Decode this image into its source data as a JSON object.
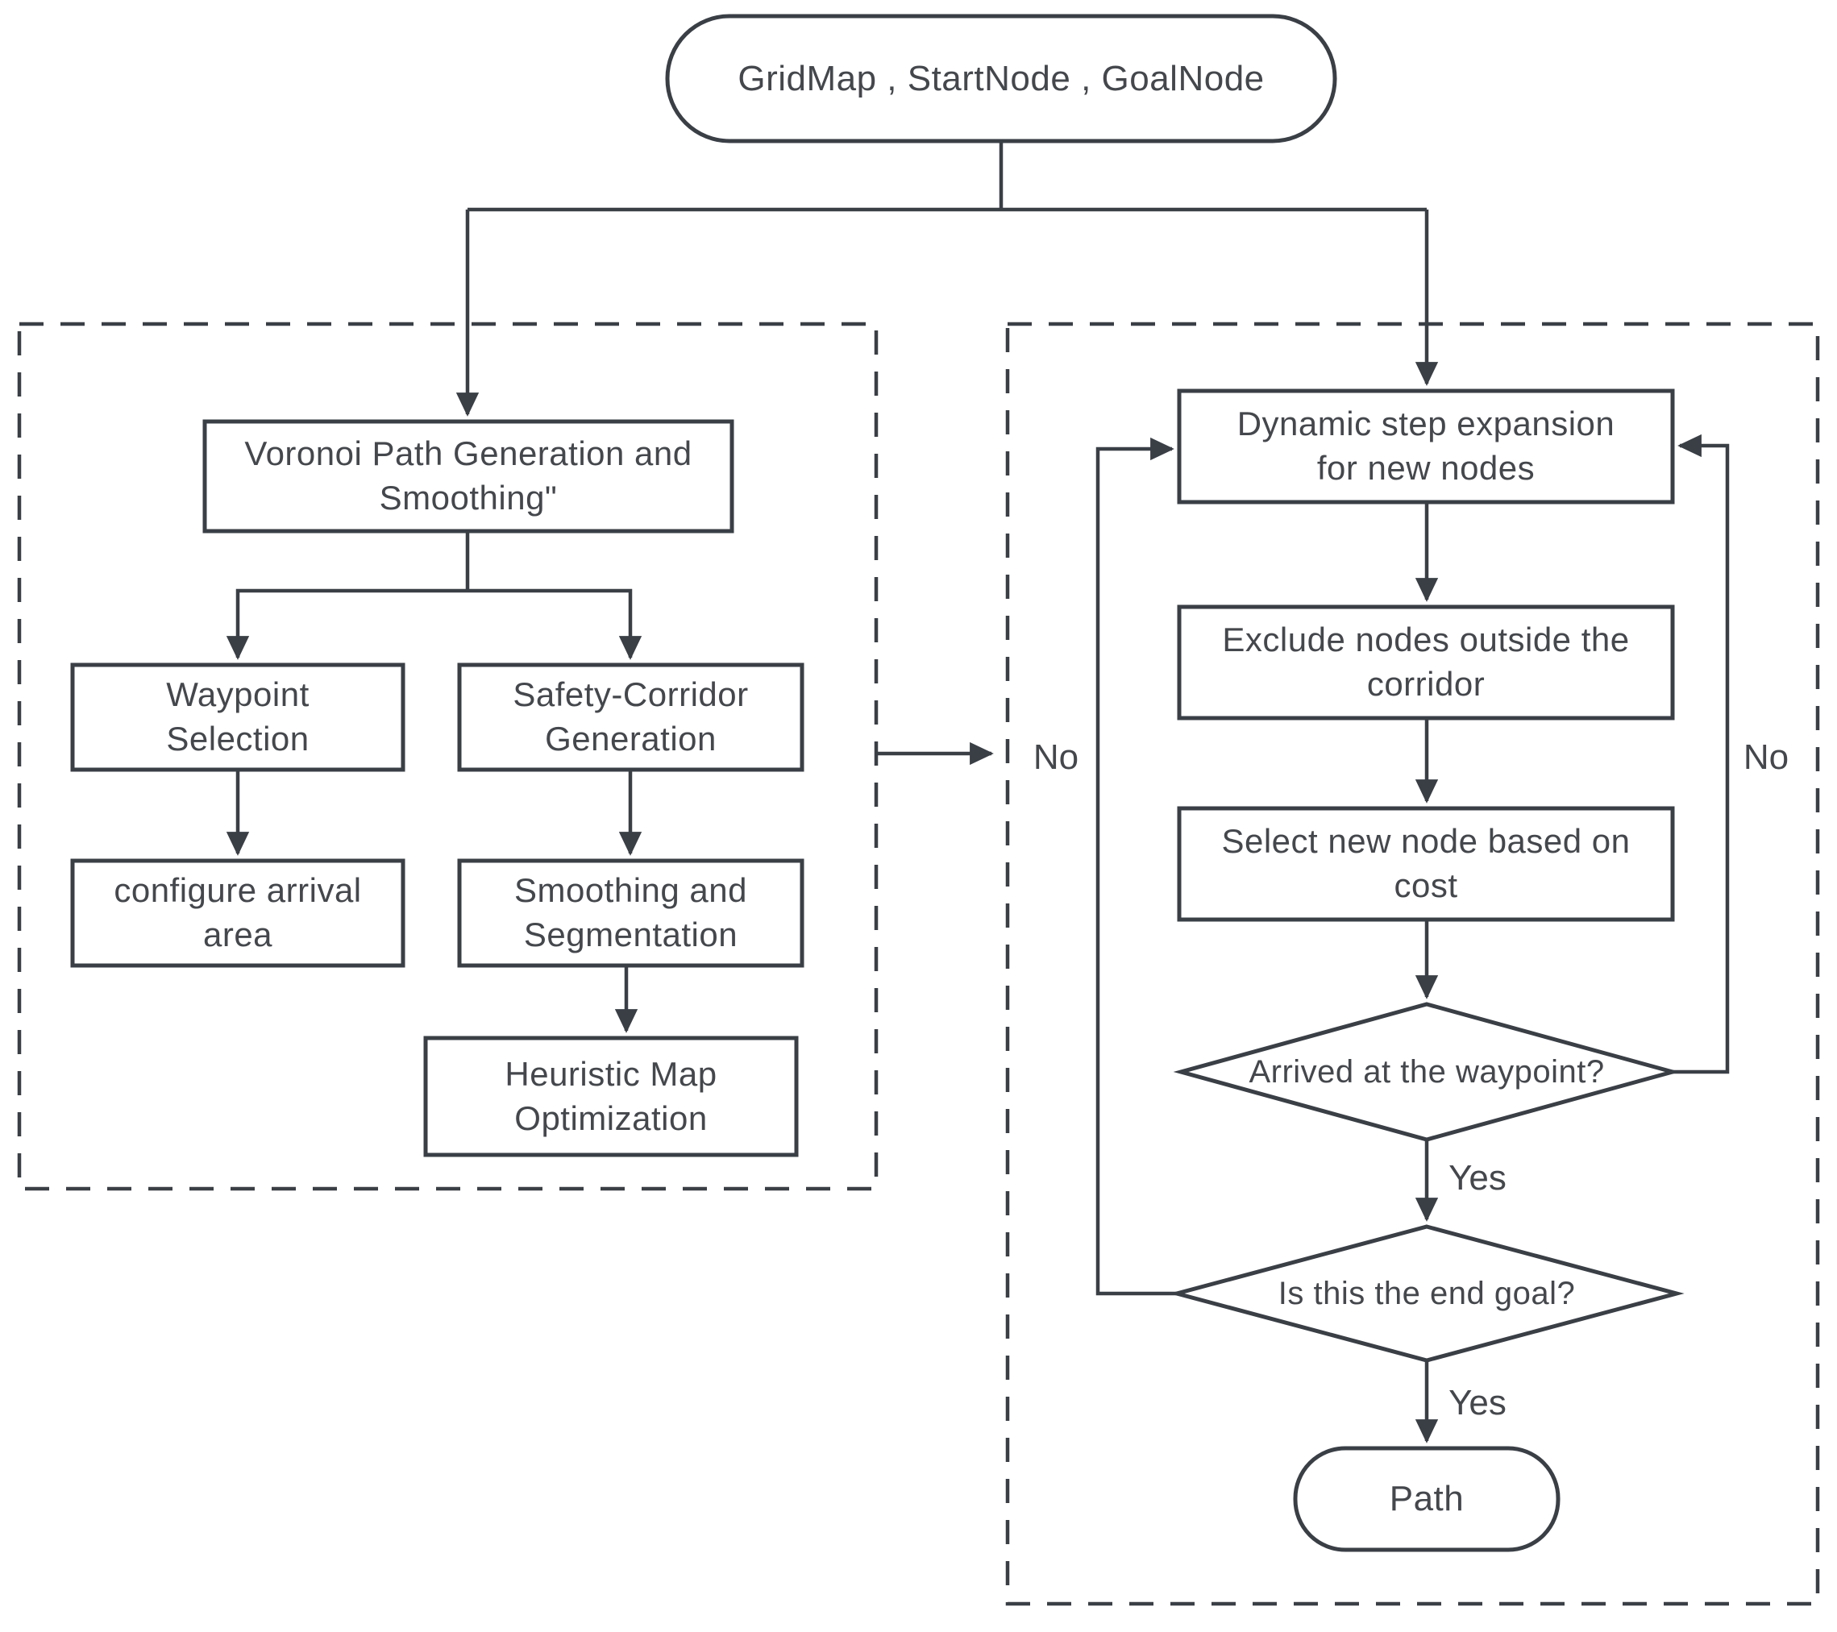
{
  "colors": {
    "line": "#3a3f46",
    "text": "#44474c",
    "background": "#ffffff"
  },
  "nodes": {
    "start": {
      "label": "GridMap , StartNode , GoalNode"
    },
    "voronoi": {
      "label": "Voronoi Path Generation and\nSmoothing\""
    },
    "waypoint_selection": {
      "label": "Waypoint\nSelection"
    },
    "safety_corridor": {
      "label": "Safety-Corridor\nGeneration"
    },
    "configure_arrival": {
      "label": "configure arrival\narea"
    },
    "smoothing_segmentation": {
      "label": "Smoothing and\nSegmentation"
    },
    "heuristic_map": {
      "label": "Heuristic Map\nOptimization"
    },
    "dynamic_step": {
      "label": "Dynamic step expansion\nfor new nodes"
    },
    "exclude_nodes": {
      "label": "Exclude nodes outside the\ncorridor"
    },
    "select_node": {
      "label": "Select new node based on\ncost"
    },
    "arrived_waypoint": {
      "label": "Arrived at the waypoint?"
    },
    "end_goal": {
      "label": "Is this the end goal?"
    },
    "path": {
      "label": "Path"
    }
  },
  "edge_labels": {
    "no_left": "No",
    "no_right": "No",
    "yes_waypoint": "Yes",
    "yes_goal": "Yes"
  }
}
